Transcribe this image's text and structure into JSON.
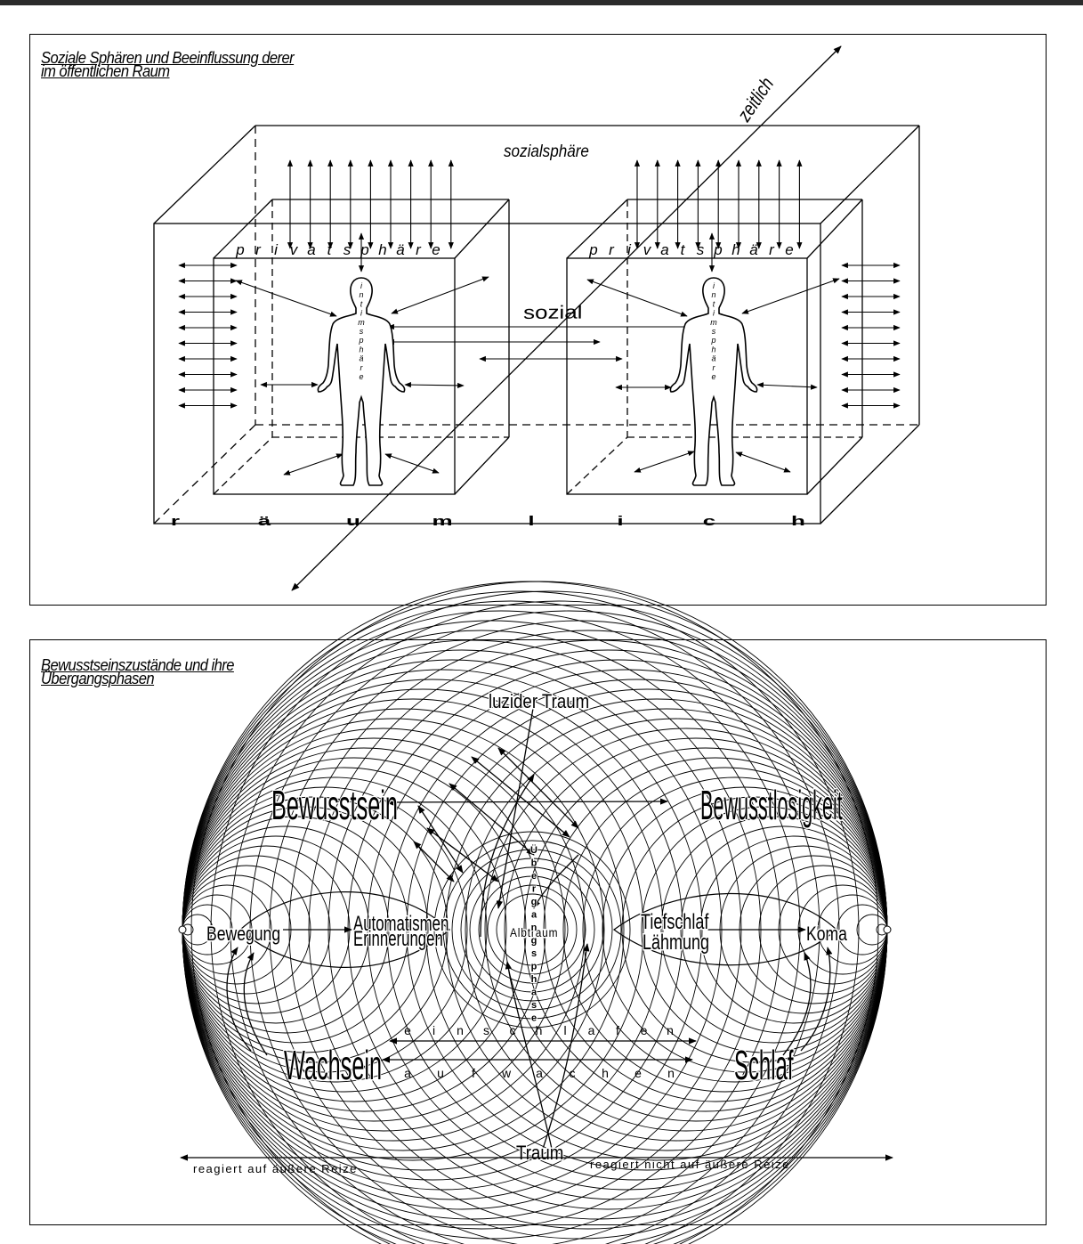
{
  "panel1": {
    "title_line1": "Soziale Sphären und Beeinflussung derer",
    "title_line2": "im öffentlichen Raum",
    "label_zeitlich": "zeitlich",
    "label_sozialsphaere": "sozialsphäre",
    "label_sozial": "sozial",
    "privatsphaere_letters": [
      "p",
      "r",
      "i",
      "v",
      "a",
      "t",
      "s",
      "p",
      "h",
      "ä",
      "r",
      "e"
    ],
    "intimsphaere_letters": [
      "i",
      "n",
      "t",
      "i",
      "m",
      "s",
      "p",
      "h",
      "ä",
      "r",
      "e"
    ],
    "raeumlich_letters": [
      "r",
      "ä",
      "u",
      "m",
      "l",
      "i",
      "c",
      "h"
    ]
  },
  "panel2": {
    "title_line1": "Bewusstseinszustände und ihre",
    "title_line2": "Übergangsphasen",
    "label_luzider_traum": "luzider Traum",
    "label_bewusstsein": "Bewusstsein",
    "label_bewusstlosigkeit": "Bewusstlosigkeit",
    "label_bewegung": "Bewegung",
    "label_automatismen": "Automatismen",
    "label_erinnerungen": "Erinnerungen",
    "label_albtraum": "Albtraum",
    "label_tiefschlaf": "Tiefschlaf",
    "label_laehmung": "Lähmung",
    "label_koma": "Koma",
    "label_wachsein": "Wachsein",
    "label_schlaf": "Schlaf",
    "einschlafen_letters": [
      "e",
      "i",
      "n",
      "s",
      "c",
      "h",
      "l",
      "a",
      "f",
      "e",
      "n"
    ],
    "aufwachen_letters": [
      "a",
      "u",
      "f",
      "w",
      "a",
      "c",
      "h",
      "e",
      "n"
    ],
    "uebergangsphase_letters": [
      "Ü",
      "b",
      "e",
      "r",
      "g",
      "a",
      "n",
      "g",
      "s",
      "p",
      "h",
      "a",
      "s",
      "e"
    ],
    "label_traum": "Traum",
    "label_reagiert": "reagiert auf äußere Reize",
    "label_reagiert_nicht": "reagiert nicht auf äußere Reize"
  }
}
